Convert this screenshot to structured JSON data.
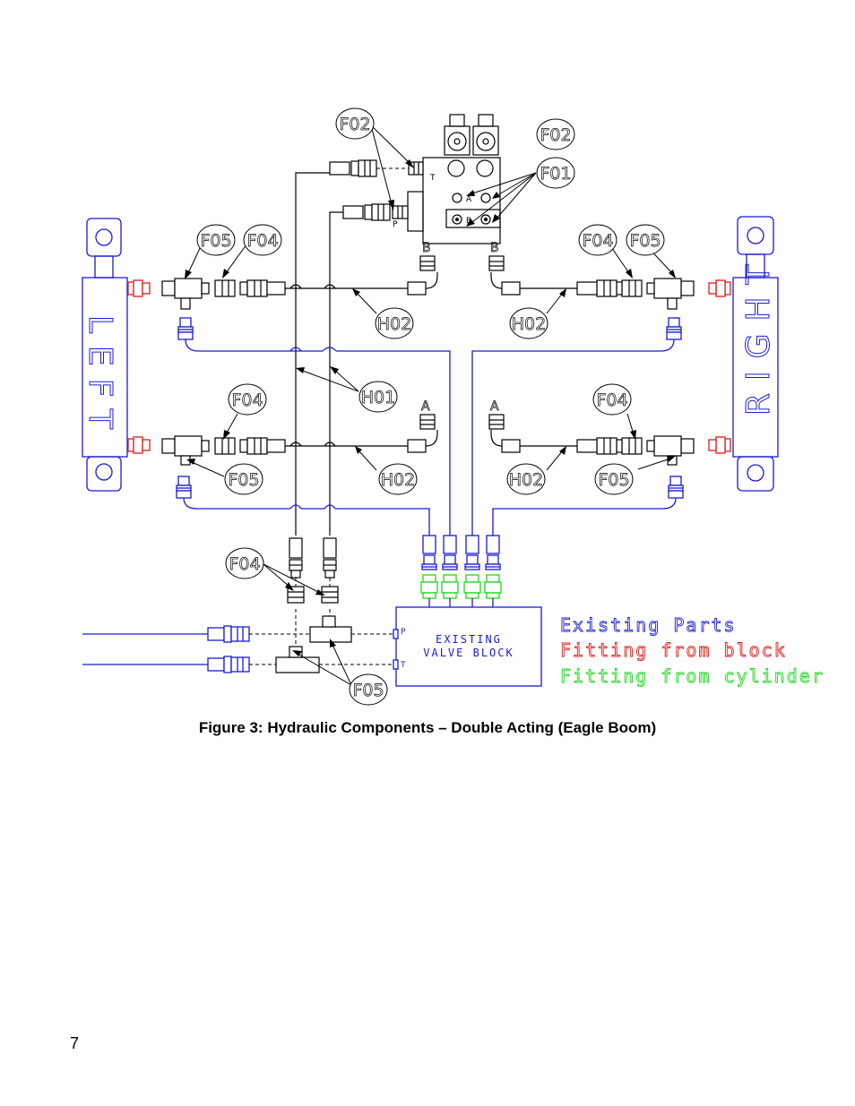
{
  "figure": {
    "caption": "Figure 3: Hydraulic Components – Double Acting (Eagle Boom)",
    "labels": {
      "f01": "F01",
      "f02": "F02",
      "f04": "F04",
      "f05": "F05",
      "h01": "H01",
      "h02": "H02"
    },
    "ports": {
      "a": "A",
      "b": "B",
      "p": "P",
      "t": "T"
    },
    "cylinder_left": "LEFT",
    "cylinder_right": "RIGHT",
    "valve_block": {
      "line1": "EXISTING",
      "line2": "VALVE BLOCK"
    },
    "legend": [
      {
        "text": "Existing Parts",
        "color": "#1a1ad6"
      },
      {
        "text": "Fitting from block",
        "color": "#e01a1a"
      },
      {
        "text": "Fitting from cylinder",
        "color": "#1ed61e"
      }
    ]
  },
  "page": {
    "number": "7"
  }
}
